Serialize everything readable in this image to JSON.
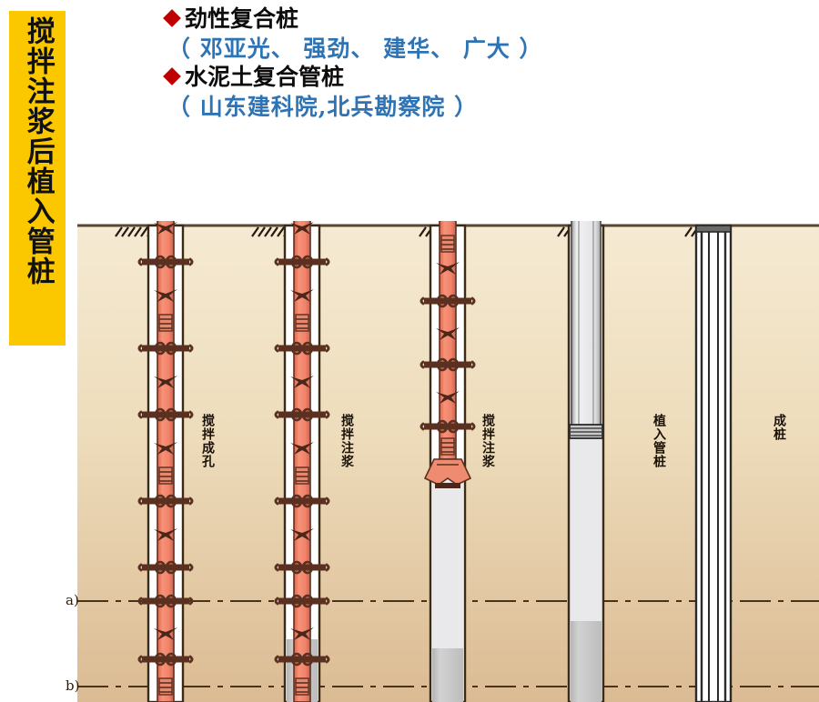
{
  "banner": {
    "text": "搅拌注浆后植入管桩",
    "bg_color": "#FBC800"
  },
  "heading": {
    "bullet_icon": "diamond-bullet",
    "lines": [
      {
        "marker": true,
        "text": "劲性复合桩",
        "color": "#0c0c0c"
      },
      {
        "marker": false,
        "text": "（ 邓亚光、 强劲、 建华、 广大 ）",
        "color": "#2E74B5"
      },
      {
        "marker": true,
        "text": "水泥土复合管桩",
        "color": "#0c0c0c"
      },
      {
        "marker": false,
        "text": "（ 山东建科院,北兵勘察院 ）",
        "color": "#2E74B5"
      }
    ]
  },
  "diagram": {
    "type": "construction-sequence",
    "ground_surface_label": "ground-line",
    "soil_top_color": "#F3E7CB",
    "soil_bottom_color": "#DCBC94",
    "rod_color": "#F0836A",
    "rod_edge_color": "#5A3020",
    "blade_color": "#5A3020",
    "pile_color": "#E8E8EA",
    "grout_color": "#BEBEBE",
    "stages": [
      {
        "id": "stage-1",
        "label": "搅拌成孔",
        "desc": "mixing-boring"
      },
      {
        "id": "stage-2",
        "label": "搅拌注浆",
        "desc": "mixing-grouting"
      },
      {
        "id": "stage-3",
        "label": "搅拌注浆",
        "desc": "mixing-grouting-withdraw"
      },
      {
        "id": "stage-4",
        "label": "植入管桩",
        "desc": "inserting-pipe-pile"
      },
      {
        "id": "stage-5",
        "label": "成桩",
        "desc": "completed-pile"
      }
    ],
    "edge_markers": [
      {
        "label": "a)",
        "y_note": "upper-dash-dot-level"
      },
      {
        "label": "b)",
        "y_note": "lower-dash-dot-level"
      }
    ]
  }
}
